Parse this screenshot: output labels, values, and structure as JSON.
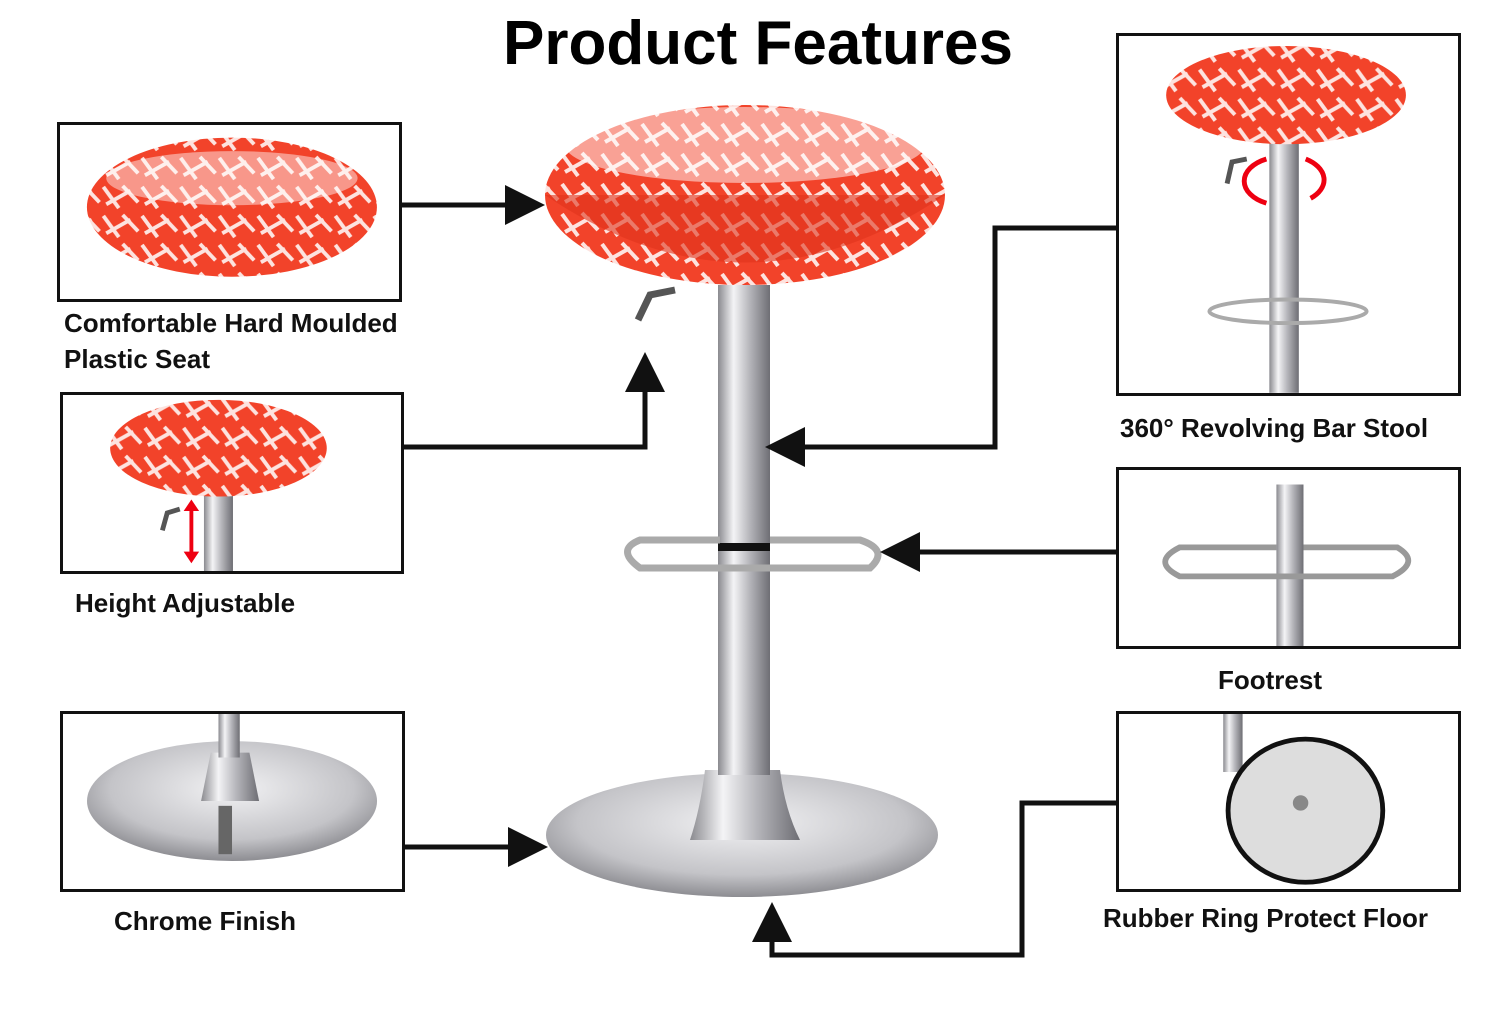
{
  "title": "Product Features",
  "features": {
    "seat": {
      "line1": "Comfortable Hard Moulded",
      "line2": "Plastic Seat"
    },
    "height": {
      "label": "Height Adjustable"
    },
    "chrome": {
      "label": "Chrome Finish"
    },
    "revolving": {
      "label": "360° Revolving Bar Stool"
    },
    "footrest": {
      "label": "Footrest"
    },
    "rubber": {
      "label": "Rubber Ring Protect Floor"
    }
  },
  "colors": {
    "seat": "#f2432a",
    "chrome": "#c9c9cc",
    "line": "#111111"
  }
}
